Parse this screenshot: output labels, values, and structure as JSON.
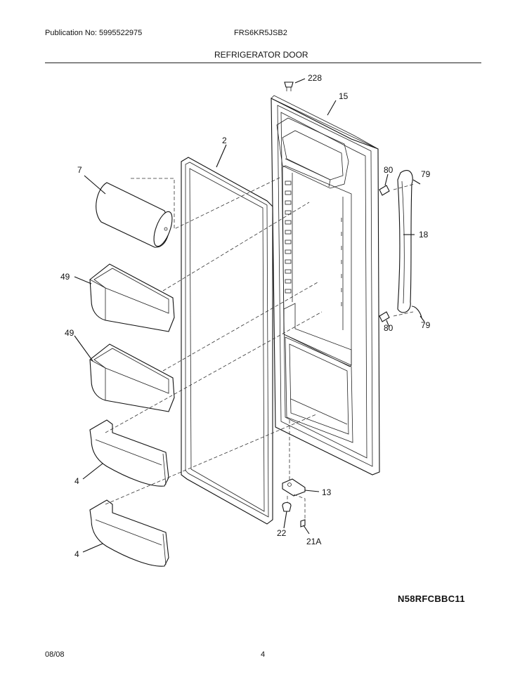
{
  "header": {
    "publication": "Publication No: 5995522975",
    "model": "FRS6KR5JSB2",
    "title": "REFRIGERATOR DOOR"
  },
  "callouts": {
    "c228": "228",
    "c15": "15",
    "c2": "2",
    "c7": "7",
    "c80a": "80",
    "c79a": "79",
    "c18": "18",
    "c49a": "49",
    "c49b": "49",
    "c80b": "80",
    "c79b": "79",
    "c4a": "4",
    "c4b": "4",
    "c13": "13",
    "c22": "22",
    "c21a": "21A"
  },
  "diagram_code": "N58RFCBBC11",
  "footer": {
    "date": "08/08",
    "page": "4"
  }
}
